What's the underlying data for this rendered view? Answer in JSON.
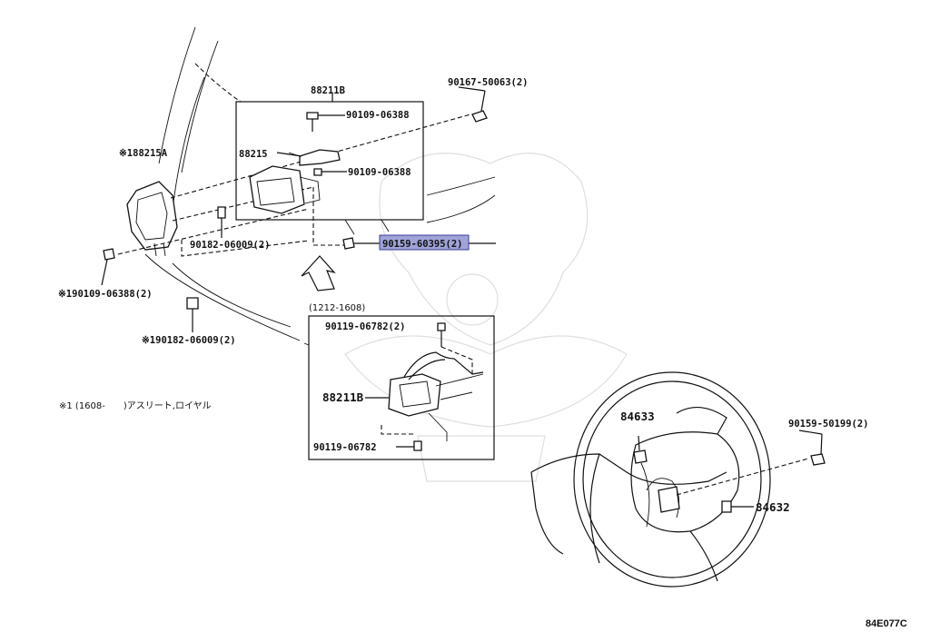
{
  "labels": {
    "p88211B_top": "88211B",
    "p88215": "88215",
    "p88215A": "※188215A",
    "p90109_a": "90109-06388",
    "p90109_b": "90109-06388",
    "p90167": "90167-50063(2)",
    "p90159_sel": "90159-60395(2)",
    "p90182": "90182-06009(2)",
    "p190109": "※190109-06388(2)",
    "p190182": "※190182-06009(2)",
    "range": "(1212-1608)",
    "p90119_a": "90119-06782(2)",
    "p88211B_inset": "88211B",
    "p90119_b": "90119-06782",
    "note": "※1 (1608-　　)アスリート,ロイヤル",
    "p84633": "84633",
    "p84632": "84632",
    "p90159_50199": "90159-50199(2)",
    "code": "84E077C"
  },
  "colors": {
    "highlight": "#9fa3d6",
    "line": "#111111"
  }
}
